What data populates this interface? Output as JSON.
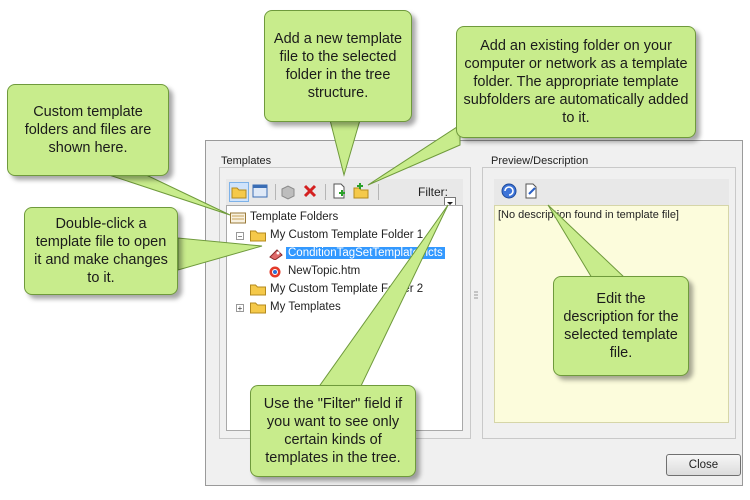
{
  "dialog": {
    "templates_label": "Templates",
    "preview_label": "Preview/Description",
    "filter_label": "Filter:",
    "close_label": "Close",
    "description_text": "[No description found in template file]"
  },
  "tree": {
    "root": "Template Folders",
    "folder1": "My Custom Template Folder 1",
    "file1": "ConditionTagSetTemplate.flcts",
    "file2": "NewTopic.htm",
    "folder2": "My Custom Template Folder 2",
    "folder3": "My Templates"
  },
  "callouts": {
    "custom": "Custom template folders and files are shown here.",
    "add_new": "Add a new template file to the selected folder in the tree structure.",
    "add_existing": "Add an existing folder on your computer or network as a template folder. The appropriate template subfolders are automatically added to it.",
    "double_click": "Double-click a template file to open it and make changes to it.",
    "filter": "Use the \"Filter\" field if you want to see only certain kinds of templates in the tree.",
    "edit": "Edit the description for the selected template file."
  },
  "colors": {
    "callout_fill": "#c8ec8c",
    "callout_border": "#6f9a3c",
    "selection": "#3399ff",
    "description_bg": "#fcfcdc"
  }
}
